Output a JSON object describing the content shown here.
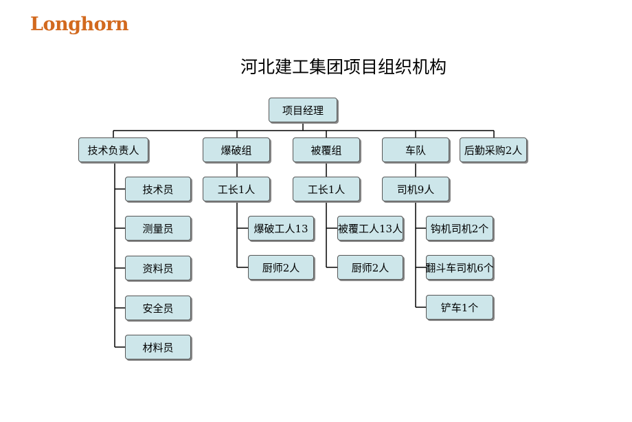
{
  "logo": "Longhorn",
  "title": "河北建工集团项目组织机构",
  "nodes": {
    "root": "项目经理",
    "tech_lead": "技术负责人",
    "blast_group": "爆破组",
    "cover_group": "被覆组",
    "fleet": "车队",
    "logistics": "后勤采购2人",
    "tech_staff": "技术员",
    "surveyor": "测量员",
    "records": "资料员",
    "safety": "安全员",
    "materials": "材料员",
    "blast_foreman": "工长1人",
    "blast_workers": "爆破工人13",
    "blast_cooks": "厨师2人",
    "cover_foreman": "工长1人",
    "cover_workers": "被覆工人13人",
    "cover_cooks": "厨师2人",
    "drivers": "司机9人",
    "hook_drivers": "钩机司机2个",
    "dump_drivers": "翻斗车司机6个",
    "shovel": "铲车1个"
  }
}
